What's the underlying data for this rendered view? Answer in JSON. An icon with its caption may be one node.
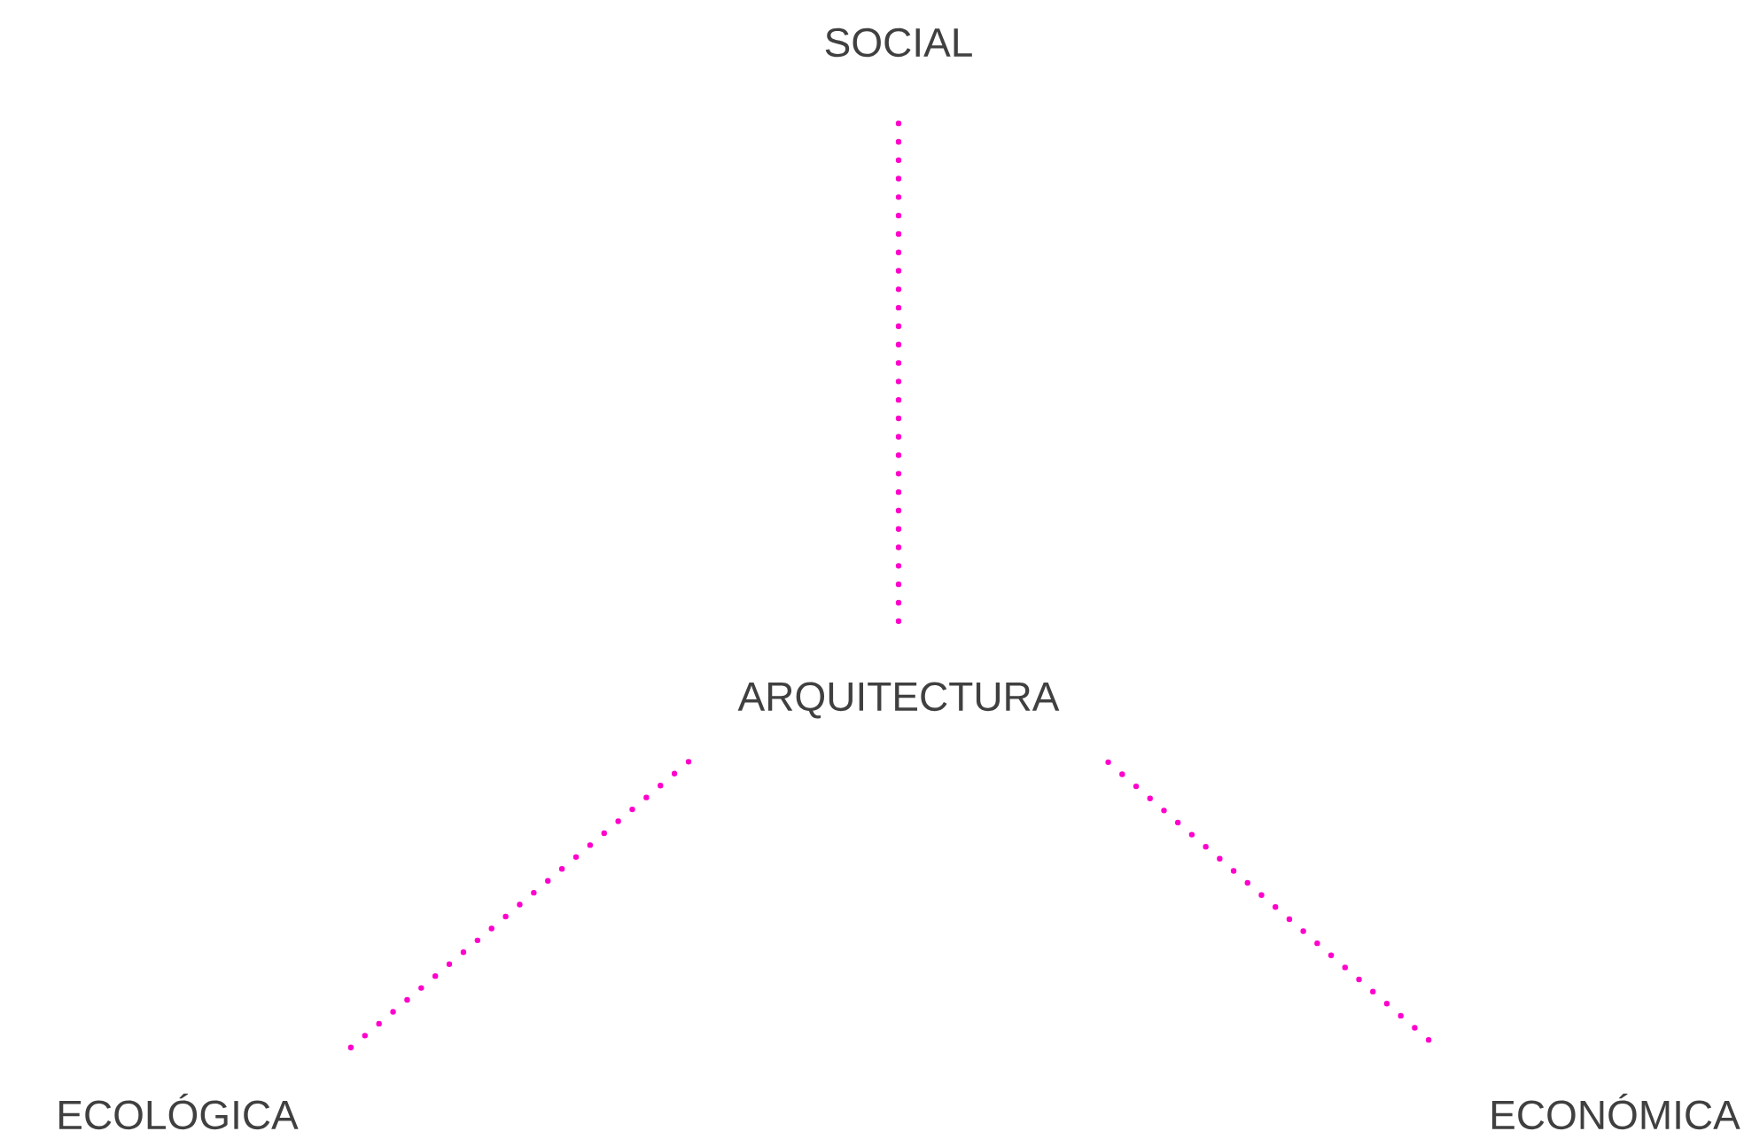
{
  "diagram": {
    "nodes": [
      {
        "text": [
          "SOCIAL"
        ]
      },
      {
        "text": [
          "ARQUITECTURA"
        ]
      },
      {
        "text": [
          "ECOLÓGICA"
        ]
      },
      {
        "text": [
          "ECONÓMICA"
        ]
      }
    ],
    "edges": [
      {
        "from": 1,
        "to": 0,
        "arrow": "none"
      },
      {
        "from": 1,
        "to": 2,
        "arrow": "none"
      },
      {
        "from": 1,
        "to": 3,
        "arrow": "none"
      }
    ]
  }
}
